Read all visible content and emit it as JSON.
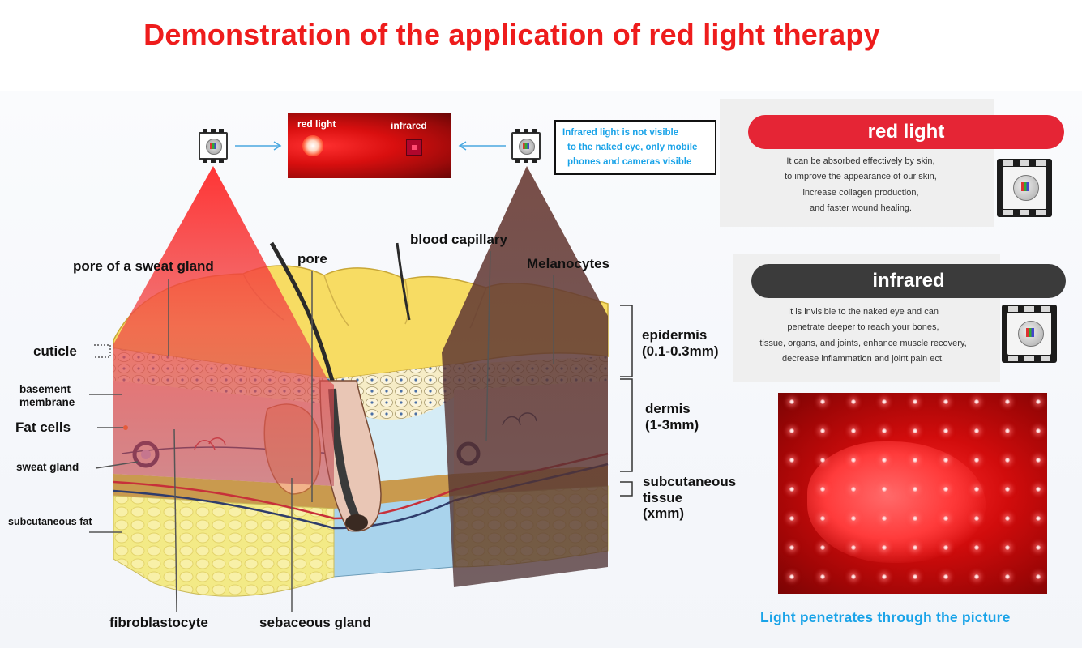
{
  "title": "Demonstration of the application of red light therapy",
  "demo_panel": {
    "red_light_label": "red light",
    "infrared_label": "infrared"
  },
  "infrared_note": {
    "line1": "Infrared light is not visible",
    "line2": "to the naked eye, only mobile",
    "line3": "phones and cameras visible"
  },
  "diagram_labels": {
    "pore_of_sweat_gland": "pore of a sweat gland",
    "pore": "pore",
    "blood_capillary": "blood capillary",
    "melanocytes": "Melanocytes",
    "cuticle": "cuticle",
    "basement_membrane_1": "basement",
    "basement_membrane_2": "membrane",
    "fat_cells": "Fat cells",
    "sweat_gland": "sweat gland",
    "subcutaneous_fat": "subcutaneous fat",
    "fibroblastocyte": "fibroblastocyte",
    "sebaceous_gland": "sebaceous gland",
    "epidermis_1": "epidermis",
    "epidermis_2": "(0.1-0.3mm)",
    "dermis_1": "dermis",
    "dermis_2": "(1-3mm)",
    "subcutaneous_1": "subcutaneous",
    "subcutaneous_2": "tissue",
    "subcutaneous_3": "(xmm)"
  },
  "red_card": {
    "heading": "red light",
    "lines": [
      "It can be absorbed effectively by skin,",
      "to improve the appearance of our skin,",
      "increase collagen production,",
      "and faster wound healing."
    ],
    "color": "#e52535"
  },
  "infrared_card": {
    "heading": "infrared",
    "lines": [
      "It is invisible to the naked eye and can",
      "penetrate deeper to reach your bones,",
      "tissue, organs, and joints, enhance muscle recovery,",
      "decrease inflammation and joint pain ect."
    ],
    "color": "#3b3b3b"
  },
  "photo_caption": "Light penetrates through the picture",
  "colors": {
    "title": "#ee1c1c",
    "caption": "#19a3e8",
    "note_text": "#1aa3e8",
    "arrow": "#4aa8e0"
  }
}
